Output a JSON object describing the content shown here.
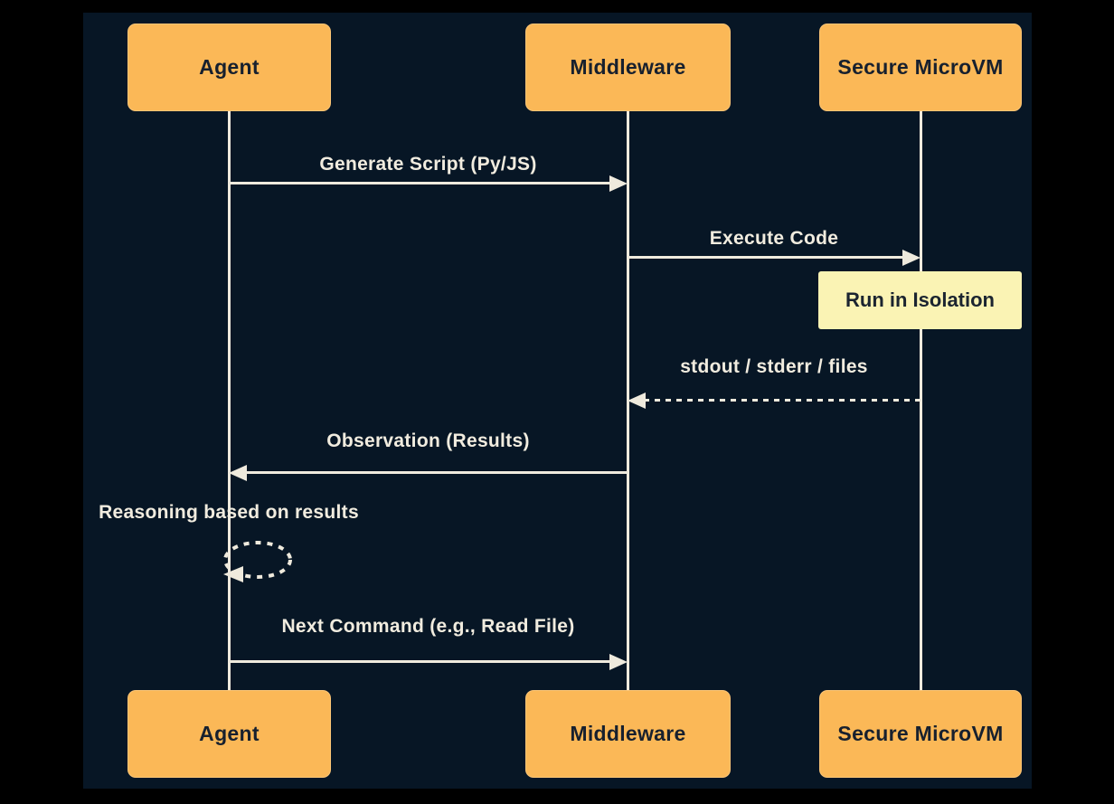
{
  "diagram": {
    "type": "sequence",
    "actors": [
      {
        "id": "agent",
        "label": "Agent"
      },
      {
        "id": "middleware",
        "label": "Middleware"
      },
      {
        "id": "microvm",
        "label": "Secure MicroVM"
      }
    ],
    "messages": [
      {
        "from": "agent",
        "to": "middleware",
        "style": "solid",
        "label": "Generate Script (Py/JS)"
      },
      {
        "from": "middleware",
        "to": "microvm",
        "style": "solid",
        "label": "Execute Code"
      },
      {
        "type": "note",
        "over": "microvm",
        "label": "Run in Isolation"
      },
      {
        "from": "microvm",
        "to": "middleware",
        "style": "dashed",
        "label": "stdout / stderr / files"
      },
      {
        "from": "middleware",
        "to": "agent",
        "style": "solid",
        "label": "Observation (Results)"
      },
      {
        "type": "self-loop",
        "actor": "agent",
        "style": "dashed",
        "label": "Reasoning based on results"
      },
      {
        "from": "agent",
        "to": "middleware",
        "style": "solid",
        "label": "Next Command (e.g., Read File)"
      }
    ],
    "colors": {
      "outer_background": "#000000",
      "canvas_background": "#071625",
      "actor_fill": "#FBB857",
      "actor_text": "#17202E",
      "note_fill": "#FAF3B4",
      "note_text": "#1B2430",
      "line": "#EFEADD",
      "message_text": "#F1ECDF"
    }
  }
}
